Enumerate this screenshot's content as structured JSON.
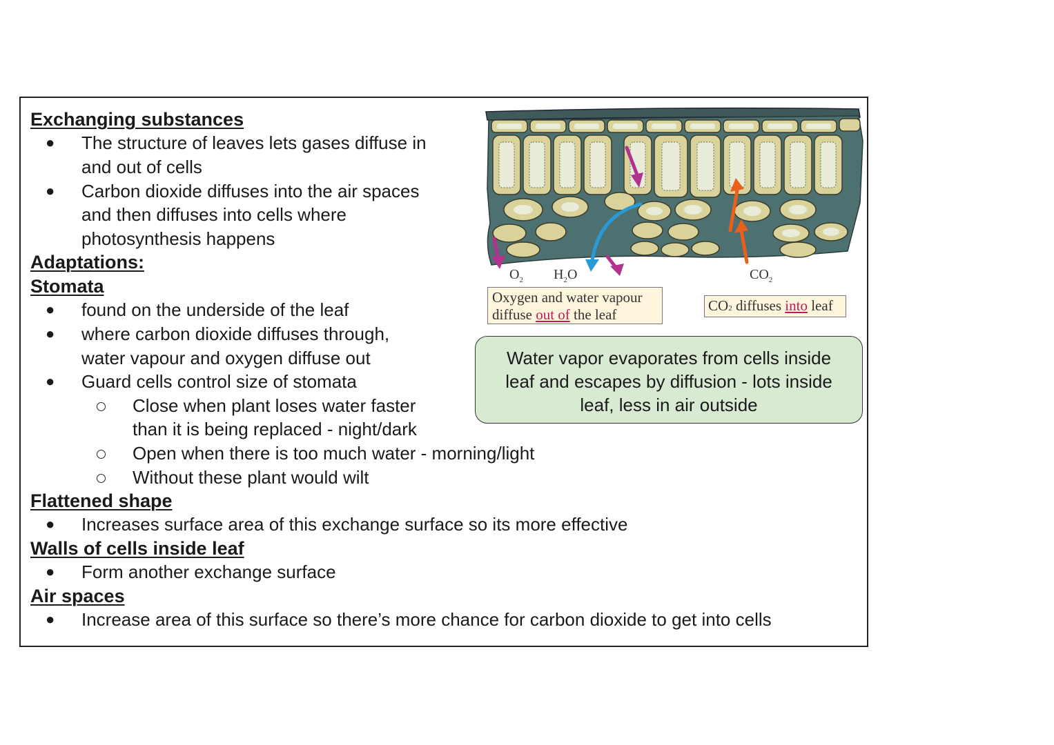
{
  "sections": {
    "exchanging": {
      "title": "Exchanging substances",
      "b1_l1": "The structure of leaves lets gases diffuse in",
      "b1_l2": "and out of cells",
      "b2_l1": "Carbon dioxide diffuses into the air spaces",
      "b2_l2": "and then diffuses into cells where",
      "b2_l3": "photosynthesis happens"
    },
    "adaptations": {
      "title": "Adaptations:"
    },
    "stomata": {
      "title": "Stomata",
      "b1": "found on the underside of the leaf",
      "b2_l1": "where carbon dioxide diffuses through,",
      "b2_l2": "water vapour and oxygen diffuse out",
      "b3": "Guard cells control size of stomata",
      "s1_l1": "Close when plant loses water faster",
      "s1_l2": "than it is being replaced - night/dark",
      "s2": "Open when there is too much water - morning/light",
      "s3": "Without these plant would wilt"
    },
    "flattened": {
      "title": "Flattened shape",
      "b1": "Increases surface area of this exchange surface so its more effective"
    },
    "walls": {
      "title": "Walls of cells inside leaf",
      "b1": "Form another exchange surface"
    },
    "air": {
      "title": "Air spaces",
      "b1": "Increase area of this surface so there’s more chance for carbon dioxide to get into cells"
    }
  },
  "diagram": {
    "label_o2": "O",
    "label_o2_sub": "2",
    "label_h2o_h": "H",
    "label_h2o_sub": "2",
    "label_h2o_o": "O",
    "label_co2": "CO",
    "label_co2_sub": "2",
    "caption_left_l1": "Oxygen and water vapour",
    "caption_left_l2a": "diffuse ",
    "caption_left_l2b": "out of",
    "caption_left_l2c": " the leaf",
    "caption_right_a": "CO",
    "caption_right_sub": "2",
    "caption_right_b": " diffuses ",
    "caption_right_c": "into",
    "caption_right_d": " leaf"
  },
  "note": {
    "l1": "Water vapor evaporates from cells inside",
    "l2": "leaf and escapes by diffusion - lots inside",
    "l3": "leaf, less in air outside"
  },
  "colors": {
    "leaf_tissue": "#4d7170",
    "cell_fill": "#d9d39b",
    "cell_inner": "#e8ecd8",
    "arrow_pink": "#b0338f",
    "arrow_blue": "#2a9ad6",
    "arrow_orange": "#e8601c",
    "caption_bg": "#fdf6dc",
    "note_bg": "#d9ead3"
  }
}
